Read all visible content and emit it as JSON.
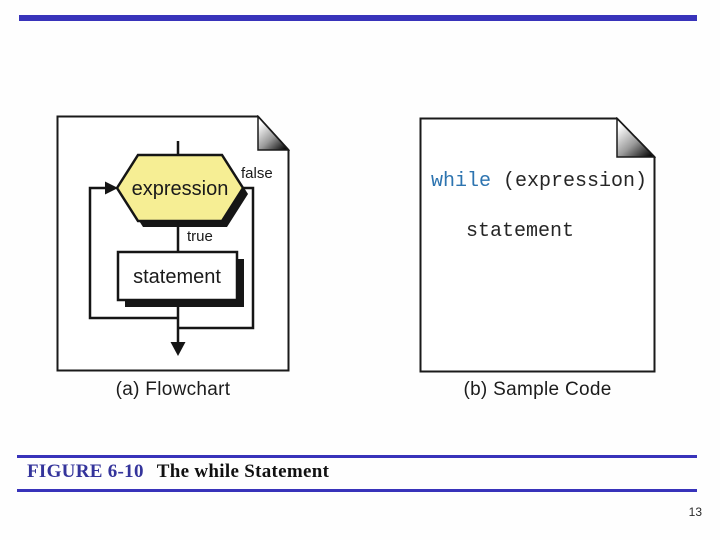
{
  "page": {
    "page_number": "13",
    "accent_color": "#3833ba",
    "background_color": "#fefefe"
  },
  "figure_caption": {
    "label": "FIGURE 6-10",
    "title": "The while Statement",
    "label_color": "#34349b",
    "title_color": "#111111"
  },
  "flowchart_panel": {
    "caption": "(a) Flowchart",
    "hexagon_label": "expression",
    "hexagon_fill": "#f6ee94",
    "false_label": "false",
    "true_label": "true",
    "statement_label": "statement",
    "line_color": "#151515"
  },
  "code_panel": {
    "caption": "(b) Sample Code",
    "code_keyword": "while",
    "code_rest": " (expression)",
    "code_line2": "statement",
    "keyword_color": "#2d74b0",
    "code_color": "#262626"
  }
}
